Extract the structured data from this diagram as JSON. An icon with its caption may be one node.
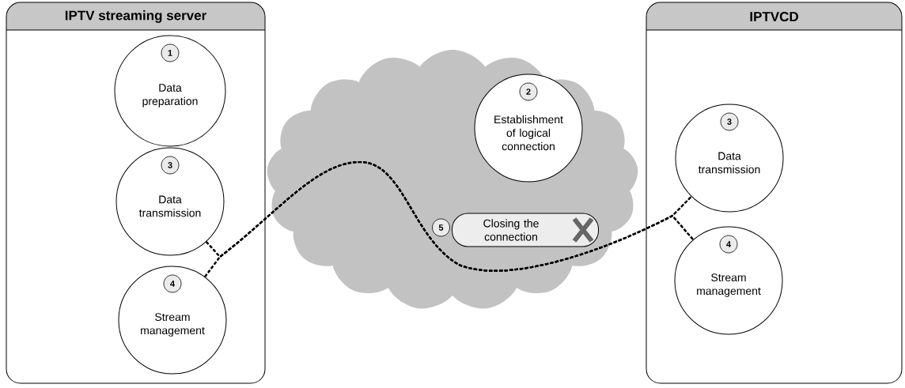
{
  "diagram": {
    "nodes": [
      {
        "text": [
          "IPTV streaming server"
        ]
      },
      {
        "text": [
          "1",
          "Data preparation"
        ],
        "in": 0
      },
      {
        "text": [
          "3",
          "Data transmission"
        ],
        "in": 0
      },
      {
        "text": [
          "4",
          "Stream management"
        ],
        "in": 0
      },
      {
        "text": [],
        "shape": "cloud"
      },
      {
        "text": [
          "2",
          "Establishment of logical connection"
        ],
        "in": 4
      },
      {
        "text": [
          "5",
          "Closing the connection"
        ],
        "in": 4
      },
      {
        "text": [
          "IPTVCD"
        ]
      },
      {
        "text": [
          "3",
          "Data transmission"
        ],
        "in": 7
      },
      {
        "text": [
          "4",
          "Stream management"
        ],
        "in": 7
      }
    ],
    "edges": [
      {
        "from": 2,
        "to": 8,
        "arrow": "none",
        "style": "dashed"
      },
      {
        "from": 2,
        "to": 9,
        "arrow": "none",
        "style": "dashed"
      },
      {
        "from": 3,
        "to": 8,
        "arrow": "none",
        "style": "dashed"
      },
      {
        "from": 3,
        "to": 9,
        "arrow": "none",
        "style": "dashed"
      }
    ]
  }
}
